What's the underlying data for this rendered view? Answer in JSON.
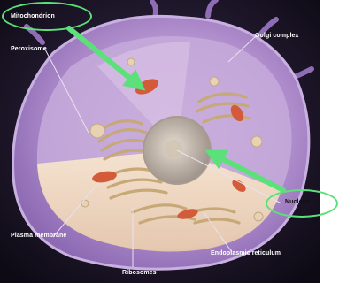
{
  "labels": {
    "mitochondrion": "Mitochondrion",
    "golgi": "Golgi complex",
    "peroxisome": "Peroxisome",
    "nucleus": "Nucleus",
    "plasma_membrane": "Plasma membrane",
    "ribosomes": "Ribosomes",
    "er": "Endoplasmic reticulum"
  },
  "colors": {
    "background": "#ffffff",
    "image_bg": "#120d1a",
    "membrane": "#9a78c0",
    "cytoplasm": "#bfa2d6",
    "cut_face": "#f3ddc3",
    "organelle_tan": "#c7a877",
    "mitochondria": "#d45b3a",
    "highlight_green": "#5be07a"
  }
}
